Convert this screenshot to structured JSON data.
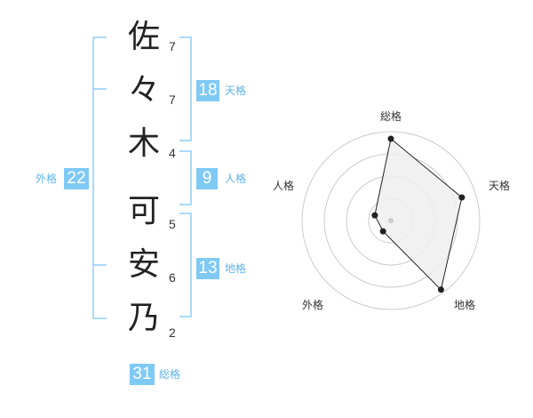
{
  "name": {
    "chars": [
      "佐",
      "々",
      "木",
      "可",
      "安",
      "乃"
    ],
    "strokes": [
      "7",
      "7",
      "4",
      "5",
      "6",
      "2"
    ]
  },
  "fortune": {
    "tenkaku": {
      "value": "18",
      "label": "天格"
    },
    "jinkaku": {
      "value": "9",
      "label": "人格"
    },
    "chikaku": {
      "value": "13",
      "label": "地格"
    },
    "gaikaku": {
      "value": "22",
      "label": "外格"
    },
    "soukaku": {
      "value": "31",
      "label": "総格"
    }
  },
  "colors": {
    "accent": "#7fc9f5",
    "bracket": "#8ecff5",
    "grid": "#cccccc",
    "fill": "#eeeeee"
  },
  "chart_data": {
    "type": "radar",
    "axes": [
      "総格",
      "天格",
      "地格",
      "外格",
      "人格"
    ],
    "values": [
      0.92,
      0.84,
      0.96,
      0.15,
      0.19
    ],
    "range": [
      0,
      1
    ],
    "rings": 4
  }
}
